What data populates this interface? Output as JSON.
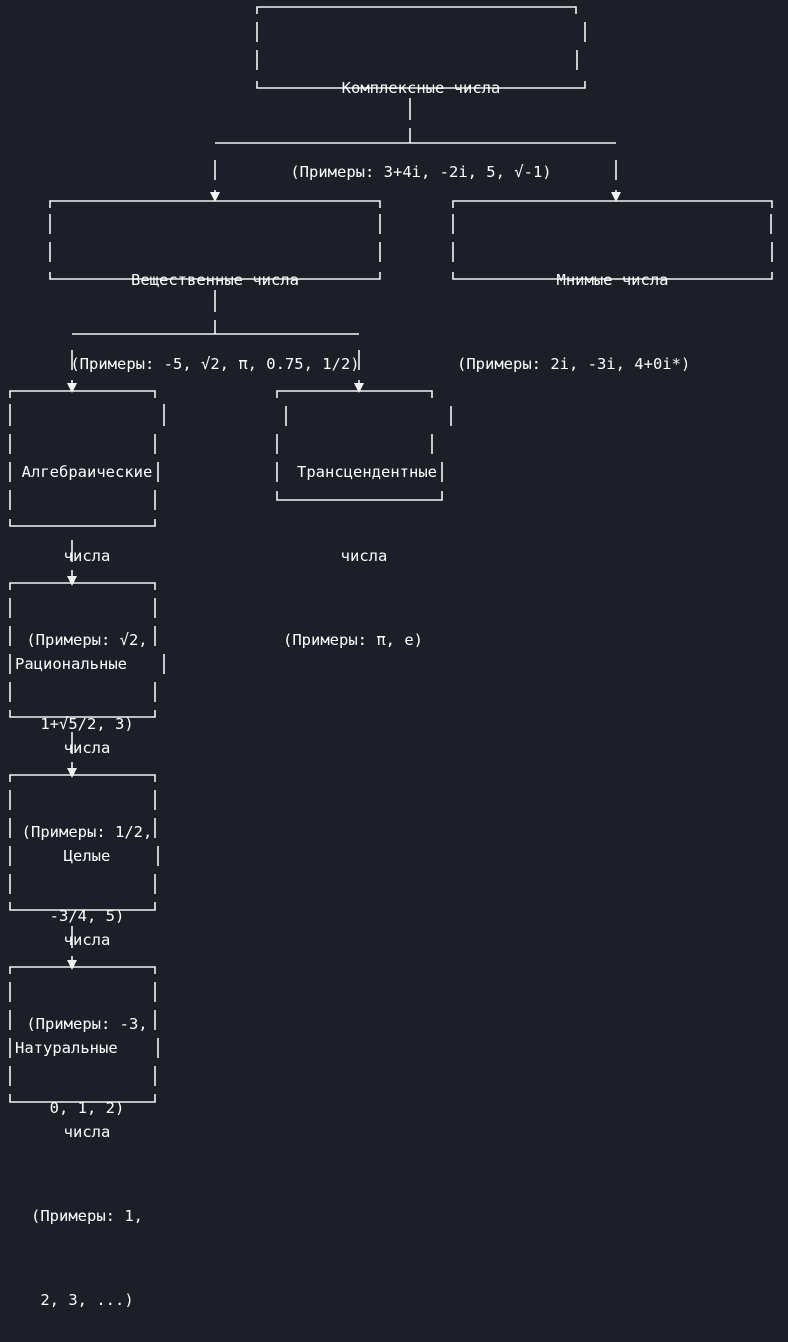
{
  "nodes": {
    "complex": {
      "title": "Комплексные числа",
      "examples": "(Примеры: 3+4i, -2i, 5, √-1)"
    },
    "real": {
      "title": "Вещественные числа",
      "examples": "(Примеры: -5, √2, π, 0.75, 1/2)"
    },
    "imaginary": {
      "title": "Мнимые числа",
      "examples": "(Примеры: 2i, -3i, 4+0i*)"
    },
    "algebraic": {
      "title": "Алгебраические",
      "title2": "числа",
      "examples": "(Примеры: √2,",
      "examples2": "1+√5/2, 3)"
    },
    "transcendent": {
      "title": "Трансцендентные",
      "title2": "числа",
      "examples": "(Примеры: π, e)"
    },
    "rational": {
      "title": "Рациональные",
      "title2": "числа",
      "examples": "(Примеры: 1/2,",
      "examples2": "-3/4, 5)"
    },
    "integer": {
      "title": "Целые",
      "title2": "числа",
      "examples": "(Примеры: -3,",
      "examples2": "0, 1, 2)"
    },
    "natural": {
      "title": "Натуральные",
      "title2": "числа",
      "examples": "(Примеры: 1,",
      "examples2": "2, 3, ...)"
    }
  }
}
